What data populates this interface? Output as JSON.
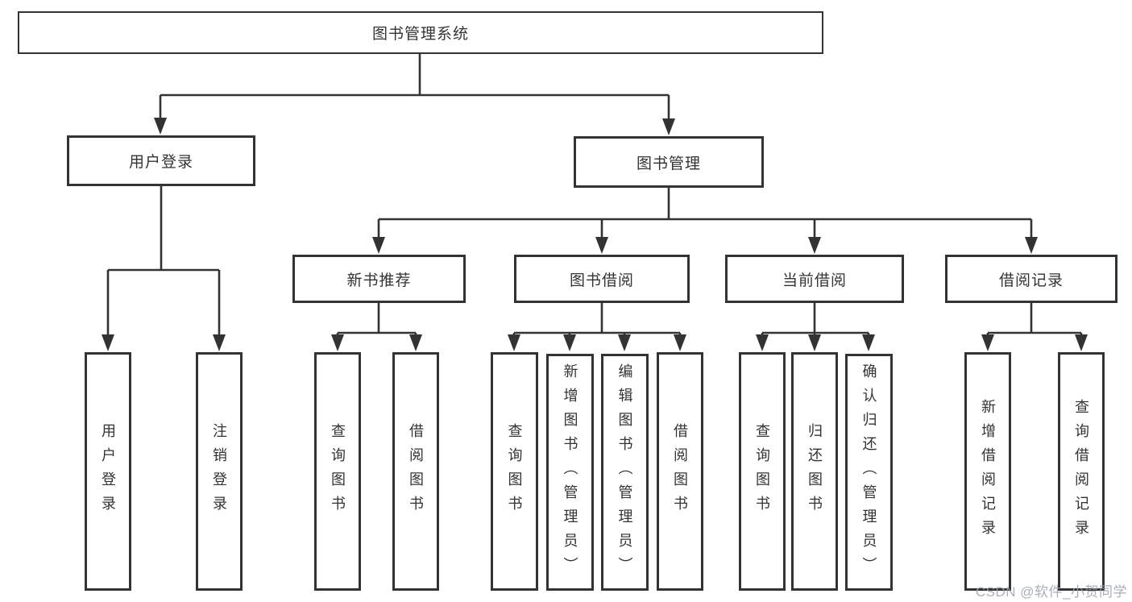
{
  "title": "图书管理系统",
  "watermark": "CSDN @软件_小贺同学",
  "colors": {
    "line": "#333333",
    "box_border": "#333333",
    "box_background": "#ffffff",
    "text": "#333333",
    "watermark": "#9ba1ad"
  },
  "tree": {
    "label": "图书管理系统",
    "children": [
      {
        "label": "用户登录",
        "children": [
          {
            "label": "用户登录"
          },
          {
            "label": "注销登录"
          }
        ]
      },
      {
        "label": "图书管理",
        "children": [
          {
            "label": "新书推荐",
            "children": [
              {
                "label": "查询图书"
              },
              {
                "label": "借阅图书"
              }
            ]
          },
          {
            "label": "图书借阅",
            "children": [
              {
                "label": "查询图书"
              },
              {
                "label": "新增图书（管理员）"
              },
              {
                "label": "编辑图书（管理员）"
              },
              {
                "label": "借阅图书"
              }
            ]
          },
          {
            "label": "当前借阅",
            "children": [
              {
                "label": "查询图书"
              },
              {
                "label": "归还图书"
              },
              {
                "label": "确认归还（管理员）"
              }
            ]
          },
          {
            "label": "借阅记录",
            "children": [
              {
                "label": "新增借阅记录"
              },
              {
                "label": "查询借阅记录"
              }
            ]
          }
        ]
      }
    ]
  }
}
